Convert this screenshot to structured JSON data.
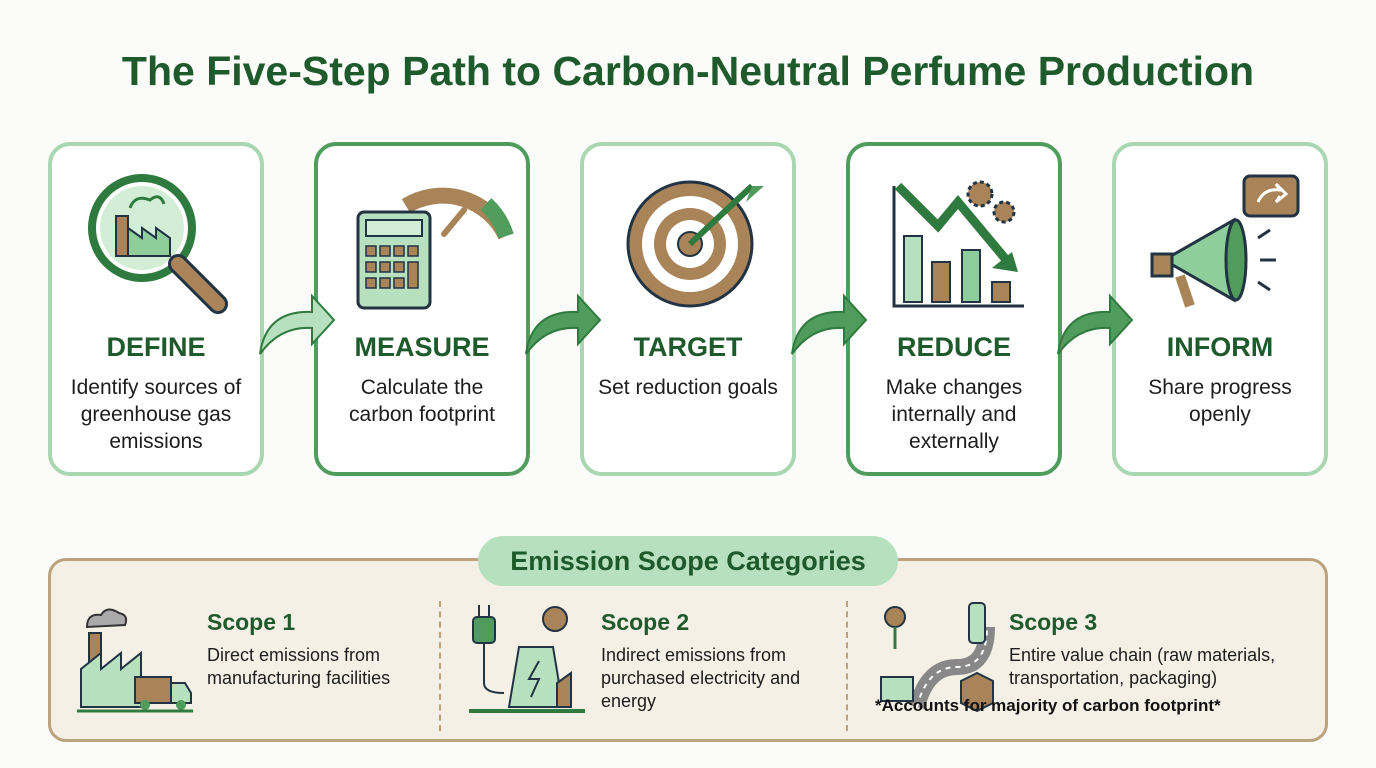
{
  "title": "The Five-Step Path to Carbon-Neutral Perfume Production",
  "steps": [
    {
      "title": "DEFINE",
      "desc": "Identify sources of greenhouse gas emissions",
      "icon": "magnifier-factory-icon"
    },
    {
      "title": "MEASURE",
      "desc": "Calculate the carbon footprint",
      "icon": "calculator-gauge-icon"
    },
    {
      "title": "TARGET",
      "desc": "Set reduction goals",
      "icon": "target-arrow-icon"
    },
    {
      "title": "REDUCE",
      "desc": "Make changes internally and externally",
      "icon": "declining-chart-gears-icon"
    },
    {
      "title": "INFORM",
      "desc": "Share progress openly",
      "icon": "megaphone-icon"
    }
  ],
  "scopes_title": "Emission Scope Categories",
  "scopes": [
    {
      "title": "Scope 1",
      "desc": "Direct emissions from manufacturing facilities",
      "icon": "factory-truck-icon"
    },
    {
      "title": "Scope 2",
      "desc": "Indirect emissions from purchased electricity and energy",
      "icon": "power-plant-plug-icon"
    },
    {
      "title": "Scope 3",
      "desc": "Entire value chain (raw materials, transportation, packaging)",
      "note": "*Accounts for majority of carbon footprint*",
      "icon": "value-chain-icon"
    }
  ],
  "colors": {
    "dark_green": "#1f5a2c",
    "mid_green": "#4f9c5d",
    "light_green": "#a9d7b2",
    "brown": "#a98458",
    "beige": "#f4f0e5"
  }
}
